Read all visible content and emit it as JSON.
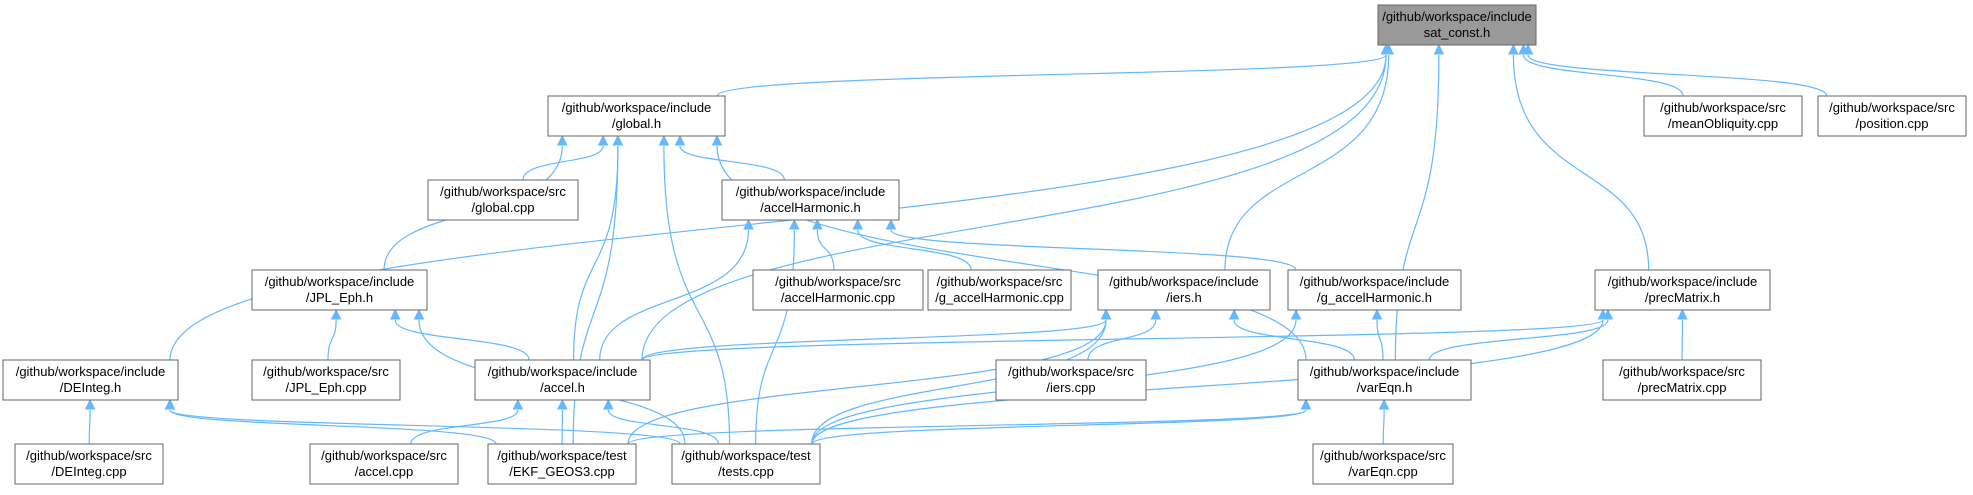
{
  "graph": {
    "node_color": "#ffffff",
    "focus_color": "#999999",
    "border_color": "#666666",
    "edge_color": "#63b8ff",
    "nodes": [
      {
        "id": "sat_const",
        "line1": "/github/workspace/include",
        "line2": "sat_const.h",
        "focus": true
      },
      {
        "id": "global_h",
        "line1": "/github/workspace/include",
        "line2": "/global.h"
      },
      {
        "id": "meanObl",
        "line1": "/github/workspace/src",
        "line2": "/meanObliquity.cpp"
      },
      {
        "id": "position",
        "line1": "/github/workspace/src",
        "line2": "/position.cpp"
      },
      {
        "id": "global_cpp",
        "line1": "/github/workspace/src",
        "line2": "/global.cpp"
      },
      {
        "id": "accelH_h",
        "line1": "/github/workspace/include",
        "line2": "/accelHarmonic.h"
      },
      {
        "id": "accelH_cpp",
        "line1": "/github/workspace/src",
        "line2": "/accelHarmonic.cpp"
      },
      {
        "id": "gaccelH_cpp",
        "line1": "/github/workspace/src",
        "line2": "/g_accelHarmonic.cpp"
      },
      {
        "id": "jpl_h",
        "line1": "/github/workspace/include",
        "line2": "/JPL_Eph.h"
      },
      {
        "id": "iers_h",
        "line1": "/github/workspace/include",
        "line2": "/iers.h"
      },
      {
        "id": "gaccelH_h",
        "line1": "/github/workspace/include",
        "line2": "/g_accelHarmonic.h"
      },
      {
        "id": "prec_h",
        "line1": "/github/workspace/include",
        "line2": "/precMatrix.h"
      },
      {
        "id": "jpl_cpp",
        "line1": "/github/workspace/src",
        "line2": "/JPL_Eph.cpp"
      },
      {
        "id": "accel_h",
        "line1": "/github/workspace/include",
        "line2": "/accel.h"
      },
      {
        "id": "iers_cpp",
        "line1": "/github/workspace/src",
        "line2": "/iers.cpp"
      },
      {
        "id": "vareqn_h",
        "line1": "/github/workspace/include",
        "line2": "/varEqn.h"
      },
      {
        "id": "prec_cpp",
        "line1": "/github/workspace/src",
        "line2": "/precMatrix.cpp"
      },
      {
        "id": "deinteg_h",
        "line1": "/github/workspace/include",
        "line2": "/DEInteg.h"
      },
      {
        "id": "deinteg_cpp",
        "line1": "/github/workspace/src",
        "line2": "/DEInteg.cpp"
      },
      {
        "id": "accel_cpp",
        "line1": "/github/workspace/src",
        "line2": "/accel.cpp"
      },
      {
        "id": "ekf",
        "line1": "/github/workspace/test",
        "line2": "/EKF_GEOS3.cpp"
      },
      {
        "id": "tests",
        "line1": "/github/workspace/test",
        "line2": "/tests.cpp"
      },
      {
        "id": "vareqn_cpp",
        "line1": "/github/workspace/src",
        "line2": "/varEqn.cpp"
      }
    ],
    "edges": [
      {
        "from": "global_h",
        "to": "sat_const"
      },
      {
        "from": "meanObl",
        "to": "sat_const"
      },
      {
        "from": "position",
        "to": "sat_const"
      },
      {
        "from": "deinteg_h",
        "to": "sat_const"
      },
      {
        "from": "accel_h",
        "to": "sat_const"
      },
      {
        "from": "iers_h",
        "to": "sat_const"
      },
      {
        "from": "prec_h",
        "to": "sat_const"
      },
      {
        "from": "vareqn_h",
        "to": "sat_const"
      },
      {
        "from": "global_cpp",
        "to": "global_h"
      },
      {
        "from": "accelH_h",
        "to": "global_h"
      },
      {
        "from": "jpl_h",
        "to": "global_h"
      },
      {
        "from": "accel_h",
        "to": "global_h"
      },
      {
        "from": "ekf",
        "to": "global_h"
      },
      {
        "from": "tests",
        "to": "global_h"
      },
      {
        "from": "vareqn_h",
        "to": "global_h"
      },
      {
        "from": "accelH_cpp",
        "to": "accelH_h"
      },
      {
        "from": "gaccelH_cpp",
        "to": "accelH_h"
      },
      {
        "from": "accel_h",
        "to": "accelH_h"
      },
      {
        "from": "tests",
        "to": "accelH_h"
      },
      {
        "from": "gaccelH_h",
        "to": "accelH_h"
      },
      {
        "from": "jpl_cpp",
        "to": "jpl_h"
      },
      {
        "from": "accel_h",
        "to": "jpl_h"
      },
      {
        "from": "tests",
        "to": "jpl_h"
      },
      {
        "from": "iers_cpp",
        "to": "iers_h"
      },
      {
        "from": "accel_h",
        "to": "iers_h"
      },
      {
        "from": "vareqn_h",
        "to": "iers_h"
      },
      {
        "from": "tests",
        "to": "iers_h"
      },
      {
        "from": "ekf",
        "to": "iers_h"
      },
      {
        "from": "vareqn_h",
        "to": "gaccelH_h"
      },
      {
        "from": "tests",
        "to": "gaccelH_h"
      },
      {
        "from": "prec_cpp",
        "to": "prec_h"
      },
      {
        "from": "vareqn_h",
        "to": "prec_h"
      },
      {
        "from": "accel_h",
        "to": "prec_h"
      },
      {
        "from": "tests",
        "to": "prec_h"
      },
      {
        "from": "accel_cpp",
        "to": "accel_h"
      },
      {
        "from": "ekf",
        "to": "accel_h"
      },
      {
        "from": "tests",
        "to": "accel_h"
      },
      {
        "from": "vareqn_cpp",
        "to": "vareqn_h"
      },
      {
        "from": "ekf",
        "to": "vareqn_h"
      },
      {
        "from": "tests",
        "to": "vareqn_h"
      },
      {
        "from": "deinteg_cpp",
        "to": "deinteg_h"
      },
      {
        "from": "ekf",
        "to": "deinteg_h"
      },
      {
        "from": "tests",
        "to": "deinteg_h"
      }
    ]
  }
}
